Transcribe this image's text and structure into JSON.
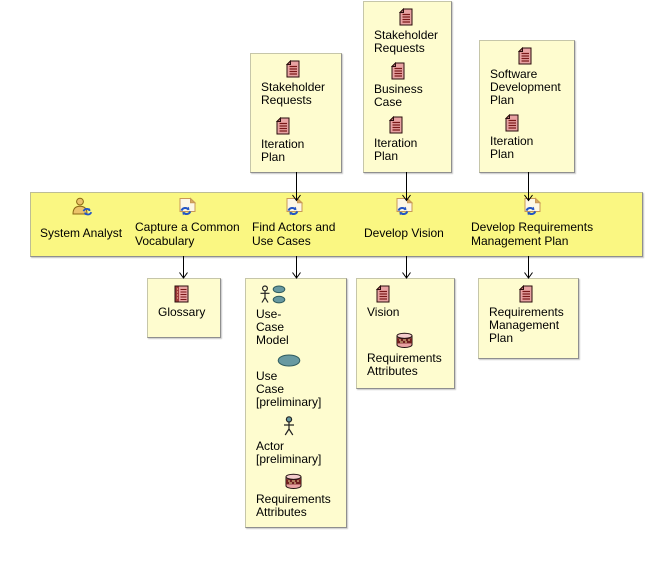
{
  "colors": {
    "band_fill": "#FAF782",
    "artifact_box_fill": "#FEFCCF",
    "artifact_document_pink": "#E8A2A2",
    "artifact_line_red": "#7A1818",
    "use_case_teal": "#6899A1",
    "activity_arrows_blue": "#2456C5",
    "role_tan": "#ECC36A"
  },
  "band": {
    "activities": {
      "system_analyst": {
        "lines": [
          "System Analyst"
        ],
        "icon": "role"
      },
      "capture_common_vocabulary": {
        "lines": [
          "Capture a Common",
          "Vocabulary"
        ],
        "icon": "activity"
      },
      "find_actors_use_cases": {
        "lines": [
          "Find Actors and",
          "Use Cases"
        ],
        "icon": "activity"
      },
      "develop_vision": {
        "lines": [
          "Develop Vision"
        ],
        "icon": "activity"
      },
      "develop_rmp": {
        "lines": [
          "Develop Requirements",
          "Management Plan"
        ],
        "icon": "activity"
      }
    }
  },
  "input_boxes": {
    "find_actors": {
      "items": [
        {
          "icon": "document",
          "lines": [
            "Stakeholder",
            "Requests"
          ]
        },
        {
          "icon": "document",
          "lines": [
            "Iteration",
            "Plan"
          ]
        }
      ]
    },
    "develop_vision": {
      "items": [
        {
          "icon": "document",
          "lines": [
            "Stakeholder",
            "Requests"
          ]
        },
        {
          "icon": "document",
          "lines": [
            "Business",
            "Case"
          ]
        },
        {
          "icon": "document",
          "lines": [
            "Iteration",
            "Plan"
          ]
        }
      ]
    },
    "develop_rmp": {
      "items": [
        {
          "icon": "document",
          "lines": [
            "Software",
            "Development",
            "Plan"
          ]
        },
        {
          "icon": "document",
          "lines": [
            "Iteration",
            "Plan"
          ]
        }
      ]
    }
  },
  "output_boxes": {
    "glossary": {
      "items": [
        {
          "icon": "glossary",
          "lines": [
            "Glossary"
          ]
        }
      ]
    },
    "use_case_model": {
      "items": [
        {
          "icon": "use-case-model",
          "lines": [
            "Use-",
            "Case",
            "Model"
          ]
        },
        {
          "icon": "use-case",
          "lines": [
            "Use",
            "Case",
            "[preliminary]"
          ]
        },
        {
          "icon": "actor",
          "lines": [
            "Actor",
            "[preliminary]"
          ]
        },
        {
          "icon": "requirements-attributes",
          "lines": [
            "Requirements",
            "Attributes"
          ]
        }
      ]
    },
    "vision": {
      "items": [
        {
          "icon": "document",
          "lines": [
            "Vision"
          ]
        },
        {
          "icon": "requirements-attributes",
          "lines": [
            "Requirements",
            "Attributes"
          ]
        }
      ]
    },
    "requirements_management_plan": {
      "items": [
        {
          "icon": "document",
          "lines": [
            "Requirements",
            "Management",
            "Plan"
          ]
        }
      ]
    }
  }
}
